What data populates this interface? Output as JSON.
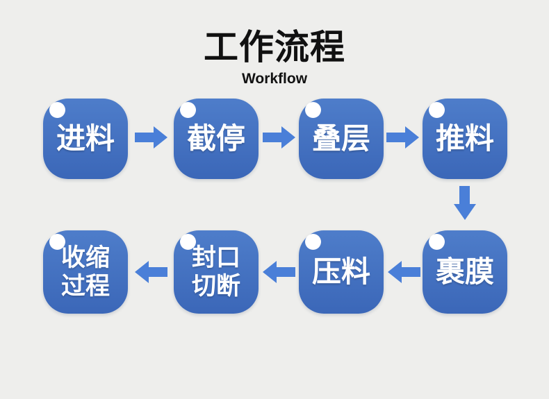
{
  "theme": {
    "background": "#eeeeec",
    "box_gradient_top": "#4e7dca",
    "box_gradient_bottom": "#3b67b8",
    "arrow_color": "#4a7fd8",
    "title_color": "#111111",
    "box_text_color": "#ffffff",
    "dot_color": "#ffffff"
  },
  "header": {
    "title": "工作流程",
    "subtitle": "Workflow"
  },
  "flow": {
    "steps": [
      {
        "name": "feed",
        "line1": "进料",
        "line2": ""
      },
      {
        "name": "stop",
        "line1": "截停",
        "line2": ""
      },
      {
        "name": "stack",
        "line1": "叠层",
        "line2": ""
      },
      {
        "name": "push",
        "line1": "推料",
        "line2": ""
      },
      {
        "name": "wrap-film",
        "line1": "裹膜",
        "line2": ""
      },
      {
        "name": "press",
        "line1": "压料",
        "line2": ""
      },
      {
        "name": "seal-cut",
        "line1": "封口",
        "line2": "切断"
      },
      {
        "name": "shrink",
        "line1": "收缩",
        "line2": "过程"
      }
    ]
  }
}
